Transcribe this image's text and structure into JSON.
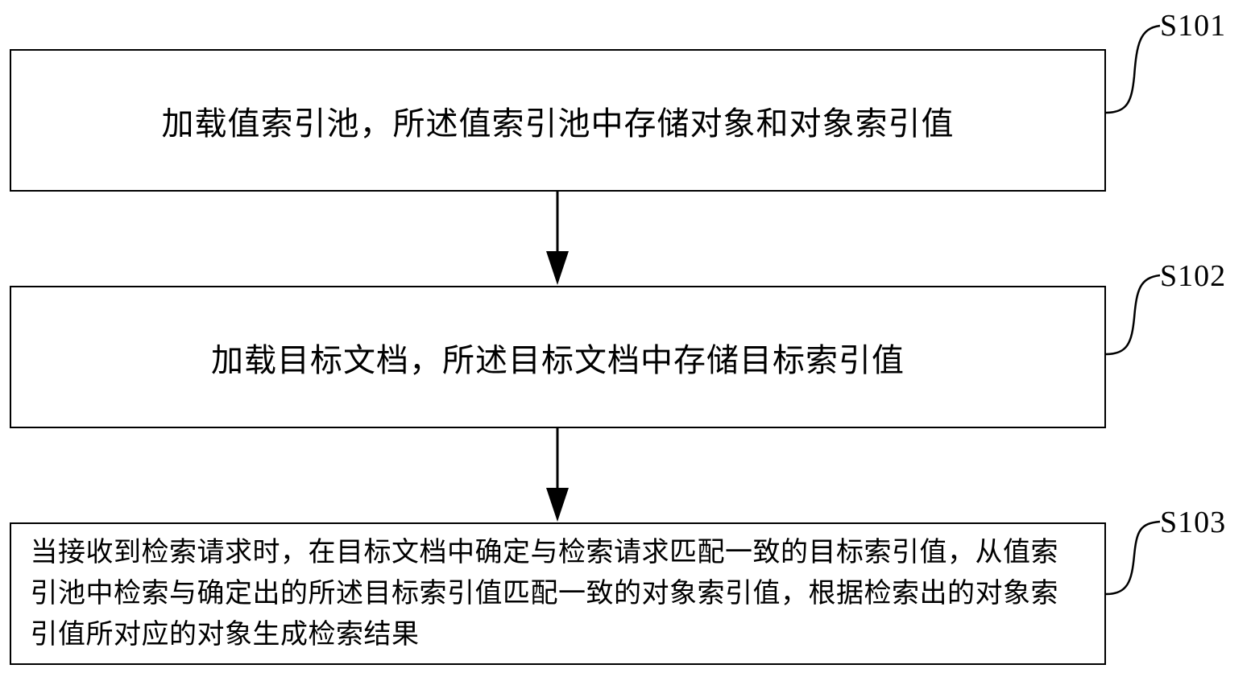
{
  "steps": [
    {
      "id": "S101",
      "text": "加载值索引池，所述值索引池中存储对象和对象索引值"
    },
    {
      "id": "S102",
      "text": "加载目标文档，所述目标文档中存储目标索引值"
    },
    {
      "id": "S103",
      "text": "当接收到检索请求时，在目标文档中确定与检索请求匹配一致的目标索引值，从值索引池中检索与确定出的所述目标索引值匹配一致的对象索引值，根据检索出的对象索引值所对应的对象生成检索结果"
    }
  ]
}
